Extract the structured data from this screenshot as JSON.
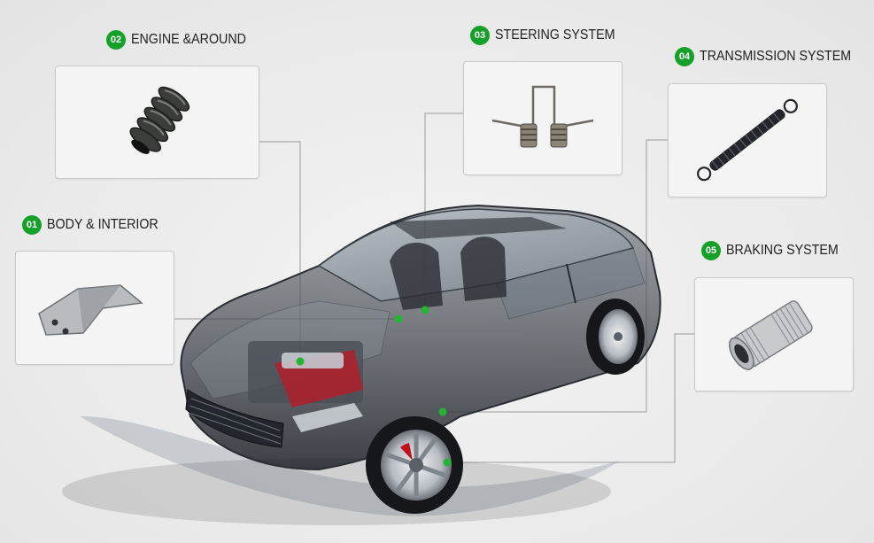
{
  "labels": [
    {
      "num": "02",
      "text": "ENGINE &AROUND"
    },
    {
      "num": "03",
      "text": "STEERING SYSTEM"
    },
    {
      "num": "04",
      "text": "TRANSMISSION SYSTEM"
    },
    {
      "num": "01",
      "text": "BODY & INTERIOR"
    },
    {
      "num": "05",
      "text": "BRAKING SYSTEM"
    }
  ],
  "colors": {
    "accent": "#15a02a",
    "dot": "#22b533",
    "leader": "#9a9a9a"
  },
  "icons": [
    "coil-spring-icon",
    "torsion-spring-icon",
    "tension-spring-icon",
    "metal-bracket-icon",
    "knurled-insert-icon",
    "car-icon"
  ]
}
